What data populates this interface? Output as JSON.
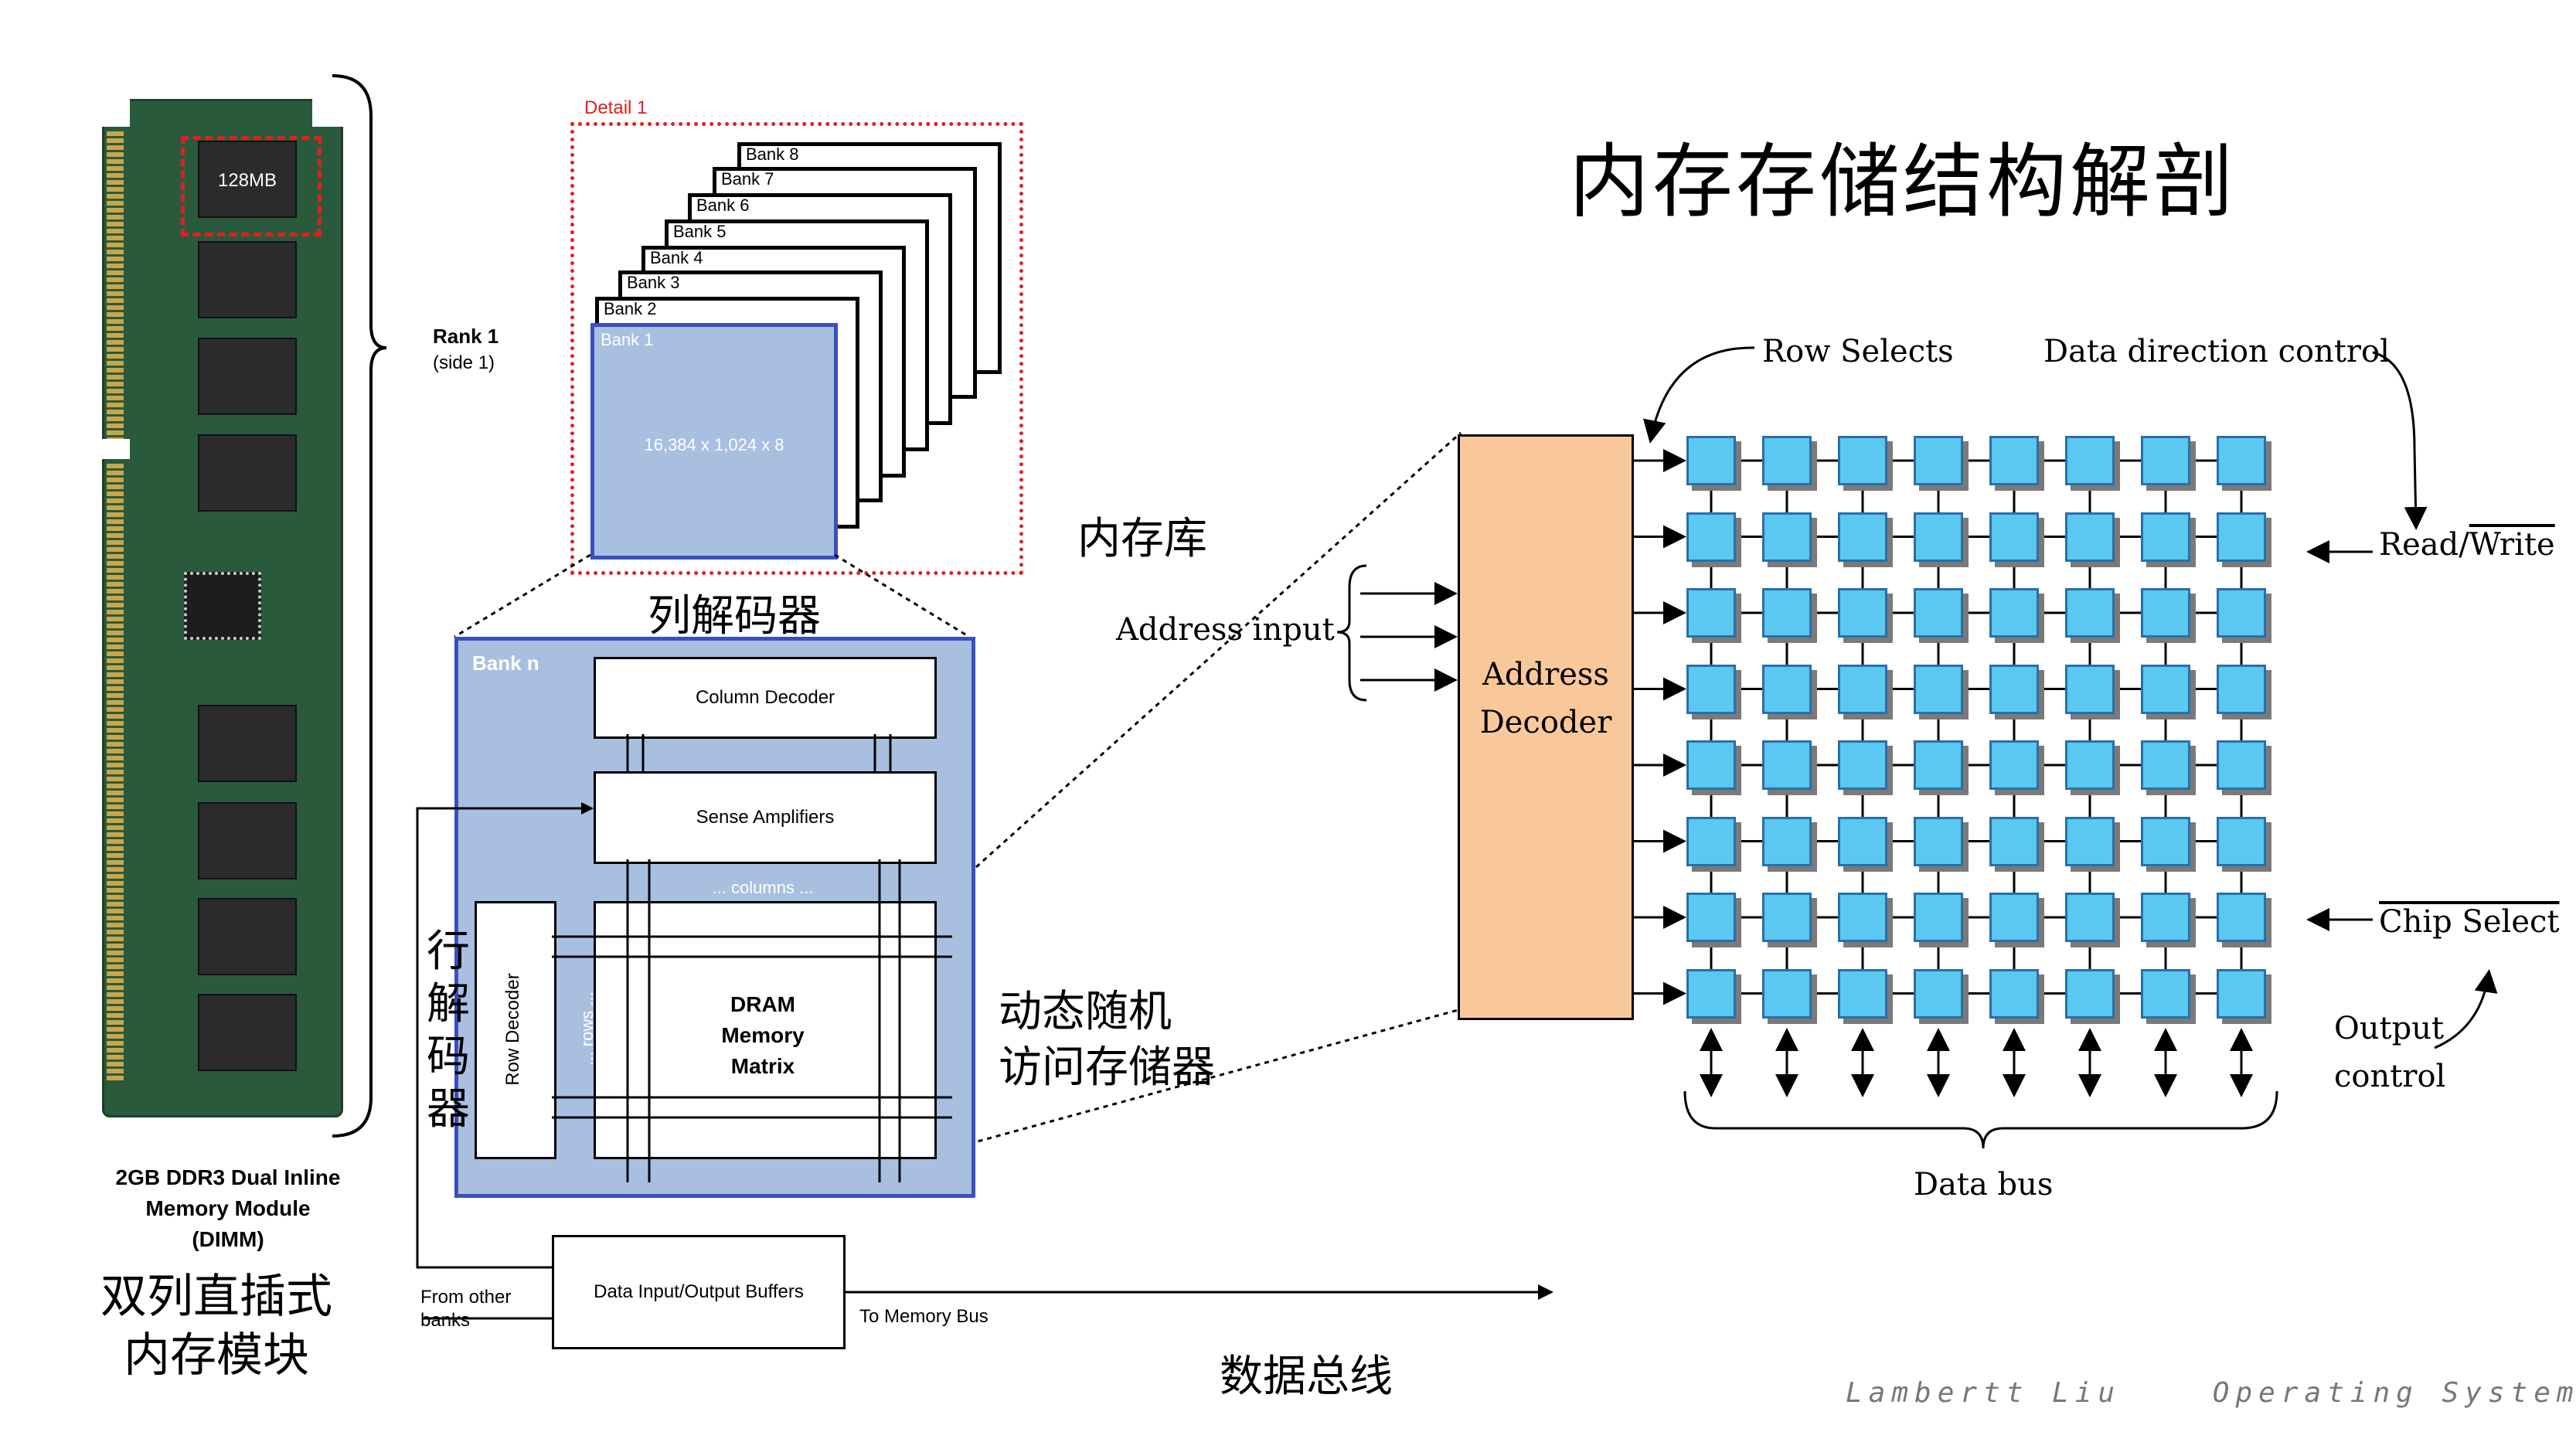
{
  "title": "内存存储结构解剖",
  "dimm": {
    "chip_label": "128MB",
    "rank_label": "Rank 1",
    "rank_side": "(side 1)",
    "caption_lines": [
      "2GB DDR3 Dual Inline",
      "Memory Module",
      "(DIMM)"
    ],
    "cn_caption_lines": [
      "双列直插式",
      "内存模块"
    ]
  },
  "detail": {
    "label": "Detail 1",
    "banks": [
      "Bank 8",
      "Bank 7",
      "Bank 6",
      "Bank 5",
      "Bank 4",
      "Bank 3",
      "Bank 2",
      "Bank 1"
    ],
    "bank1_size": "16,384 x 1,024 x 8",
    "cn_memory_bank": "内存库",
    "cn_column_decoder": "列解码器"
  },
  "bank_n": {
    "label": "Bank n",
    "column_decoder": "Column Decoder",
    "sense_amplifiers": "Sense Amplifiers",
    "columns": "... columns ...",
    "rows": "... rows ...",
    "row_decoder": "Row Decoder",
    "dram_lines": [
      "DRAM",
      "Memory",
      "Matrix"
    ],
    "cn_row_decoder_chars": [
      "行",
      "解",
      "码",
      "器"
    ],
    "cn_dram_lines": [
      "动态随机",
      "访问存储器"
    ]
  },
  "io": {
    "buffers": "Data Input/Output Buffers",
    "from_other_lines": [
      "From other",
      "banks"
    ],
    "to_bus": "To Memory Bus",
    "cn_data_bus": "数据总线"
  },
  "decoder_diagram": {
    "row_selects": "Row Selects",
    "data_direction": "Data direction control",
    "address_input": "Address input",
    "address_decoder_lines": [
      "Address",
      "Decoder"
    ],
    "read_write": "Read/",
    "write": "Write",
    "chip_select": "Chip Select",
    "output_control_lines": [
      "Output",
      "control"
    ],
    "data_bus": "Data bus",
    "grid_rows": 8,
    "grid_cols": 8
  },
  "footer": "Lambertt Liu    Operating System",
  "colors": {
    "pcb": "#2a5a3c",
    "detail_border": "#e02020",
    "bank_fill": "#a9bfe0",
    "bank_border": "#3a4fbf",
    "decoder_fill": "#f9c89a",
    "cell_fill": "#5bc8f2"
  }
}
